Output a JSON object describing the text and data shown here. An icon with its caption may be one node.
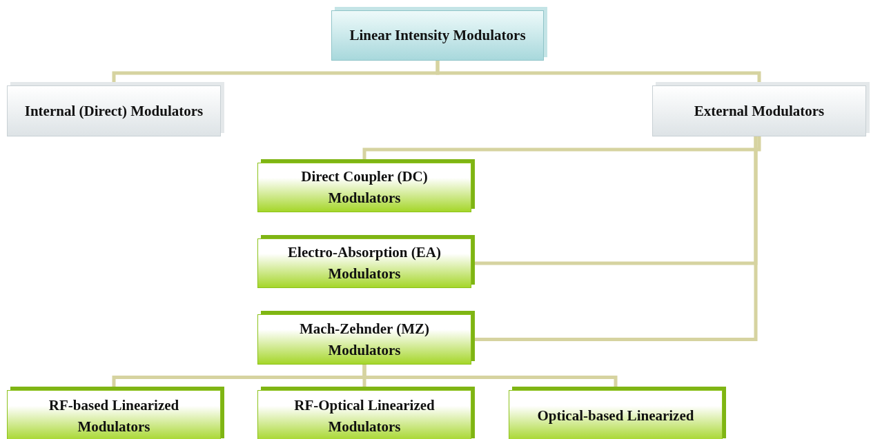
{
  "diagram": {
    "nodes": [
      {
        "text": [
          "Linear Intensity Modulators"
        ]
      },
      {
        "text": [
          "Internal (Direct) Modulators"
        ]
      },
      {
        "text": [
          "External Modulators"
        ]
      },
      {
        "text": [
          "Direct Coupler (DC) Modulators"
        ]
      },
      {
        "text": [
          "Electro-Absorption (EA) Modulators"
        ]
      },
      {
        "text": [
          "Mach-Zehnder (MZ) Modulators"
        ]
      },
      {
        "text": [
          "RF-based Linearized Modulators"
        ]
      },
      {
        "text": [
          "RF-Optical Linearized Modulators"
        ]
      },
      {
        "text": [
          "Optical-based Linearized"
        ]
      }
    ],
    "edges": [
      {
        "from": 0,
        "to": 1,
        "arrow": "none"
      },
      {
        "from": 0,
        "to": 2,
        "arrow": "none"
      },
      {
        "from": 2,
        "to": 3,
        "arrow": "none"
      },
      {
        "from": 2,
        "to": 4,
        "arrow": "none"
      },
      {
        "from": 2,
        "to": 5,
        "arrow": "none"
      },
      {
        "from": 5,
        "to": 6,
        "arrow": "none"
      },
      {
        "from": 5,
        "to": 7,
        "arrow": "none"
      },
      {
        "from": 5,
        "to": 8,
        "arrow": "none"
      }
    ]
  }
}
